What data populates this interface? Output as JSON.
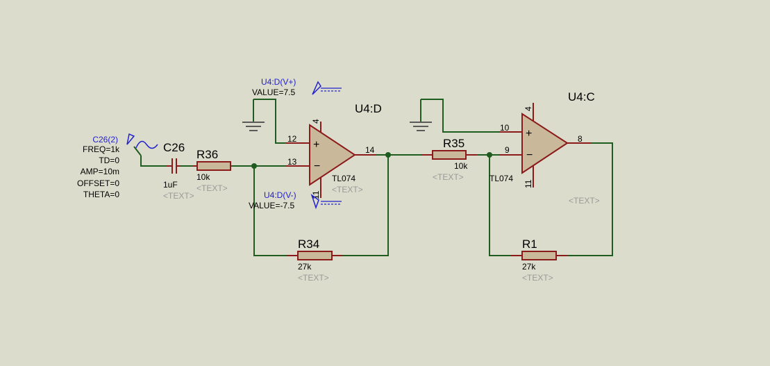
{
  "source": {
    "name": "C26(2)",
    "params": [
      "FREQ=1k",
      "TD=0",
      "AMP=10m",
      "OFFSET=0",
      "THETA=0"
    ]
  },
  "components": {
    "C26": {
      "ref": "C26",
      "value": "1uF",
      "text": "<TEXT>"
    },
    "R36": {
      "ref": "R36",
      "value": "10k",
      "text": "<TEXT>"
    },
    "R34": {
      "ref": "R34",
      "value": "27k",
      "text": "<TEXT>"
    },
    "R35": {
      "ref": "R35",
      "value": "10k",
      "text": "<TEXT>"
    },
    "R1": {
      "ref": "R1",
      "value": "27k",
      "text": "<TEXT>"
    },
    "U4D": {
      "ref": "U4:D",
      "part": "TL074",
      "text": "<TEXT>",
      "pins": {
        "plus": "12",
        "minus": "13",
        "out": "14",
        "vpos": "4",
        "vneg": "11"
      }
    },
    "U4C": {
      "ref": "U4:C",
      "part": "TL074",
      "text": "<TEXT>",
      "pins": {
        "plus": "10",
        "minus": "9",
        "out": "8",
        "vpos": "4",
        "vneg": "11"
      }
    }
  },
  "supplies": {
    "vpos": {
      "name": "U4:D(V+)",
      "value": "VALUE=7.5"
    },
    "vneg": {
      "name": "U4:D(V-)",
      "value": "VALUE=-7.5"
    }
  },
  "colors": {
    "background": "#dcdccc",
    "wire": "#1f5c1f",
    "component": "#8b1a1a",
    "probe": "#2222cc",
    "placeholder": "#9a9a9a"
  }
}
